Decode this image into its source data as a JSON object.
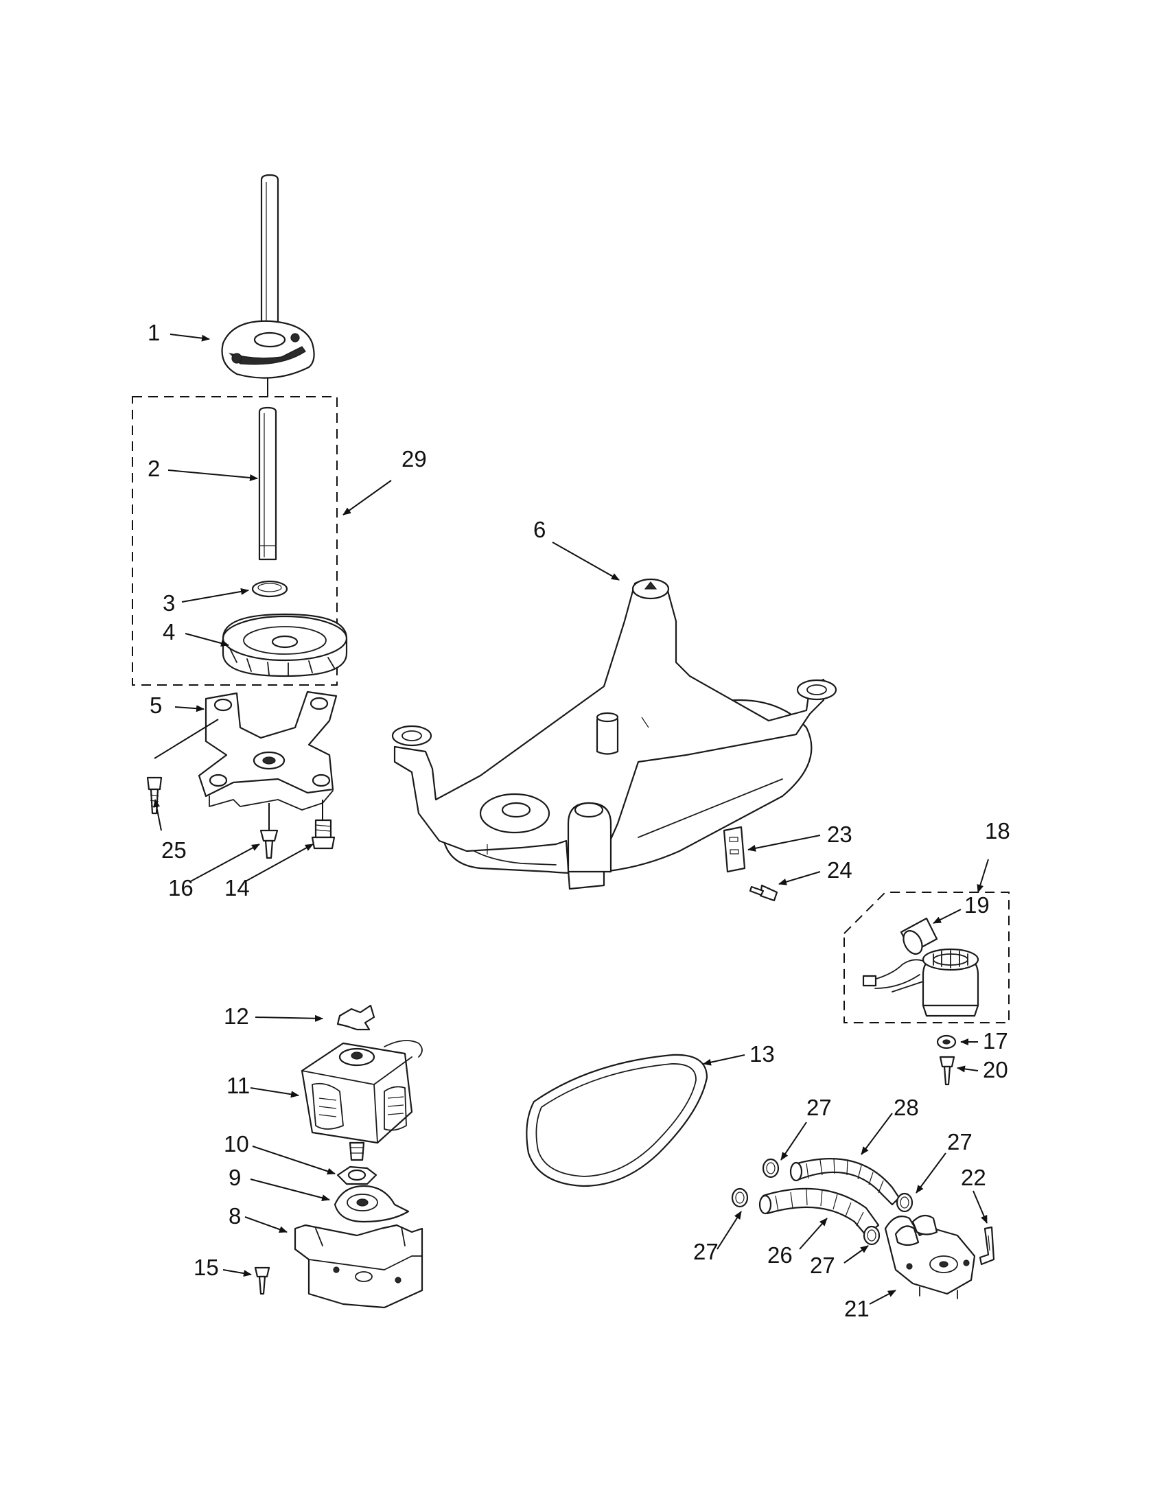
{
  "diagram": {
    "callouts": {
      "c1": "1",
      "c2": "2",
      "c3": "3",
      "c4": "4",
      "c5": "5",
      "c6": "6",
      "c8": "8",
      "c9": "9",
      "c10": "10",
      "c11": "11",
      "c12": "12",
      "c13": "13",
      "c14": "14",
      "c15": "15",
      "c16": "16",
      "c17": "17",
      "c18": "18",
      "c19": "19",
      "c20": "20",
      "c21": "21",
      "c22": "22",
      "c23": "23",
      "c24": "24",
      "c25": "25",
      "c26": "26",
      "c27a": "27",
      "c27b": "27",
      "c27c": "27",
      "c27d": "27",
      "c28": "28",
      "c29": "29"
    },
    "colors": {
      "line": "#1a1a1a",
      "background": "#ffffff"
    }
  }
}
